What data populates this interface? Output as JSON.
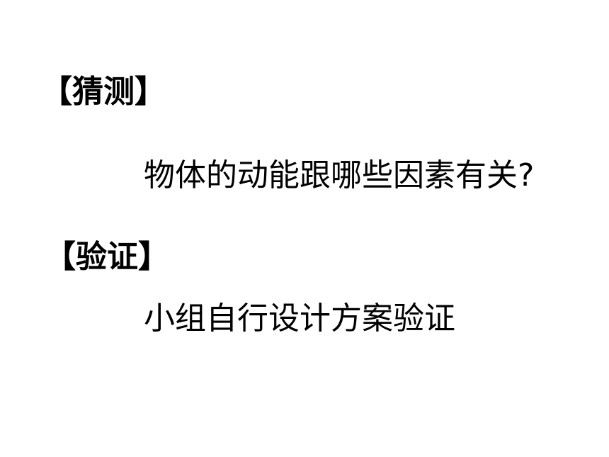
{
  "slide": {
    "sections": [
      {
        "heading": "【猜测】",
        "text": "物体的动能跟哪些因素有关?"
      },
      {
        "heading": "【验证】",
        "text": "小组自行设计方案验证"
      }
    ],
    "colors": {
      "background": "#ffffff",
      "text": "#000000"
    }
  }
}
